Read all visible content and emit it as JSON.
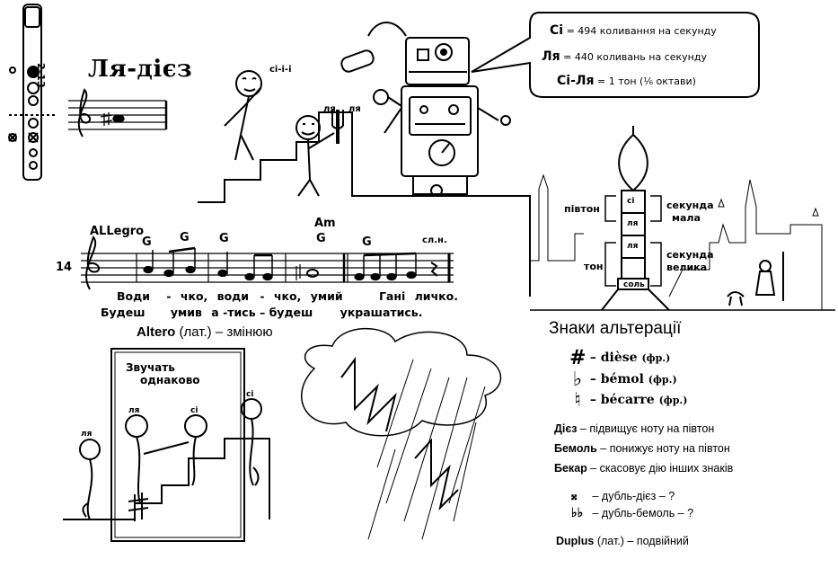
{
  "top_left": {
    "title": "Ля-дієз",
    "fingering": "2-13"
  },
  "robot_bubble": {
    "line1_note": "Сі",
    "line1_rest": "= 494 коливання на секунду",
    "line2_note": "Ля",
    "line2_rest": "= 440 коливань на секунду",
    "line3_label": "Сі-Ля",
    "line3_rest": "= 1 тон (⅙ октави)"
  },
  "scene": {
    "whistle_sound": "сі-і-і",
    "fork_label_left": "ля",
    "fork_label_right": "ля"
  },
  "score": {
    "tempo": "ALLegro",
    "measure_number": "14",
    "end_mark": "сл.н.",
    "chords": [
      "G",
      "G",
      "G",
      "Am",
      "G",
      "G"
    ],
    "lyrics_line1": [
      "Води",
      "-",
      "чко,",
      "води",
      "-",
      "чко,",
      "умий",
      "Гані",
      "личко."
    ],
    "lyrics_line2": [
      "Будеш",
      "умив",
      "а",
      "-тись",
      "–",
      "будеш",
      "украшатись."
    ]
  },
  "altero": {
    "term": "Altero",
    "rest": " (лат.) – змінюю"
  },
  "same_sound_box": {
    "title_line1": "Звучать",
    "title_line2": "однаково",
    "left_char_label": "ля",
    "center_left_label": "ля",
    "center_right_label": "сі",
    "right_char_label": "сі"
  },
  "tower": {
    "blocks": [
      "сі",
      "ля",
      "ля",
      "соль"
    ],
    "left_labels": [
      "півтон",
      "тон"
    ],
    "right_labels_top": [
      "секунда",
      "мала"
    ],
    "right_labels_bottom": [
      "секунда",
      "велика"
    ]
  },
  "alteration": {
    "heading": "Знаки альтерації",
    "signs": [
      {
        "symbol": "#",
        "icon": "sharp-icon",
        "name": "dièse",
        "lang": "(фр.)"
      },
      {
        "symbol": "♭",
        "icon": "flat-icon",
        "name": "bémol",
        "lang": "(фр.)"
      },
      {
        "symbol": "♮",
        "icon": "natural-icon",
        "name": "bécarre",
        "lang": "(фр.)"
      }
    ],
    "definitions": [
      {
        "term": "Дієз",
        "text": " – підвищує ноту на півтон"
      },
      {
        "term": "Бемоль",
        "text": " – понижує ноту на півтон"
      },
      {
        "term": "Бекар",
        "text": " – скасовує дію інших знаків"
      }
    ],
    "doubles": [
      {
        "symbol": "𝄪",
        "icon": "double-sharp-icon",
        "text": "– дубль-дієз – ?"
      },
      {
        "symbol": "♭♭",
        "icon": "double-flat-icon",
        "text": "– дубль-бемоль – ?"
      }
    ],
    "duplus_term": "Duplus",
    "duplus_rest": " (лат.) – подвійний"
  }
}
